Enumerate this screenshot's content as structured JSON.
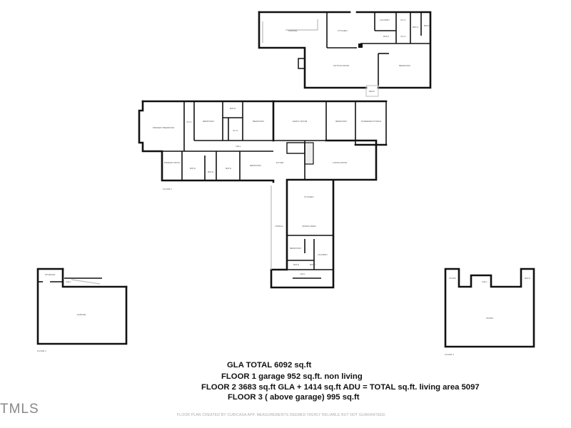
{
  "floor_plan": {
    "adu": {
      "rooms": [
        "GARAGE",
        "KITCHEN",
        "LAUNDRY",
        "W.I.C",
        "BATH",
        "BATH",
        "W.I.C",
        "BATH",
        "SITTING ROOM",
        "BEDROOM",
        "DECK"
      ]
    },
    "floor2": {
      "label": "FLOOR 2",
      "rooms": [
        "PRIMARY BEDROOM",
        "W.I.C",
        "BEDROOM",
        "BATH",
        "W.I.C",
        "BEDROOM",
        "HALL",
        "PRIMARY BATH",
        "BATH",
        "BATH",
        "BATH",
        "BEDROOM",
        "FAMILY ROOM",
        "BEDROOM",
        "SCREENED PORCH",
        "FOYER",
        "LIVING ROOM",
        "KITCHEN",
        "DINING AREA",
        "PORCH",
        "BEDROOM",
        "LAUNDRY",
        "BATH",
        "BATH",
        "HALL"
      ]
    },
    "floor1": {
      "label": "FLOOR 1",
      "rooms": [
        "STORAGE",
        "HALL",
        "GARAGE"
      ]
    },
    "floor3": {
      "label": "FLOOR 3",
      "rooms": [
        "ROOM",
        "BATH",
        "HALL",
        "ROOM"
      ]
    }
  },
  "summary": {
    "gla_total": "GLA TOTAL 6092 sq.ft",
    "floor1": "FLOOR 1 garage 952 sq.ft. non living",
    "floor2": "FLOOR 2 3683 sq.ft GLA + 1414 sq.ft ADU = TOTAL sq.ft. living area 5097",
    "floor3": "FLOOR 3 ( above garage) 995 sq.ft"
  },
  "footer": "FLOOR PLAN CREATED BY CUBICASA APP. MEASUREMENTS DEEMED HIGHLY RELIABLE BUT NOT GUARANTEED.",
  "logo": "TMLS"
}
